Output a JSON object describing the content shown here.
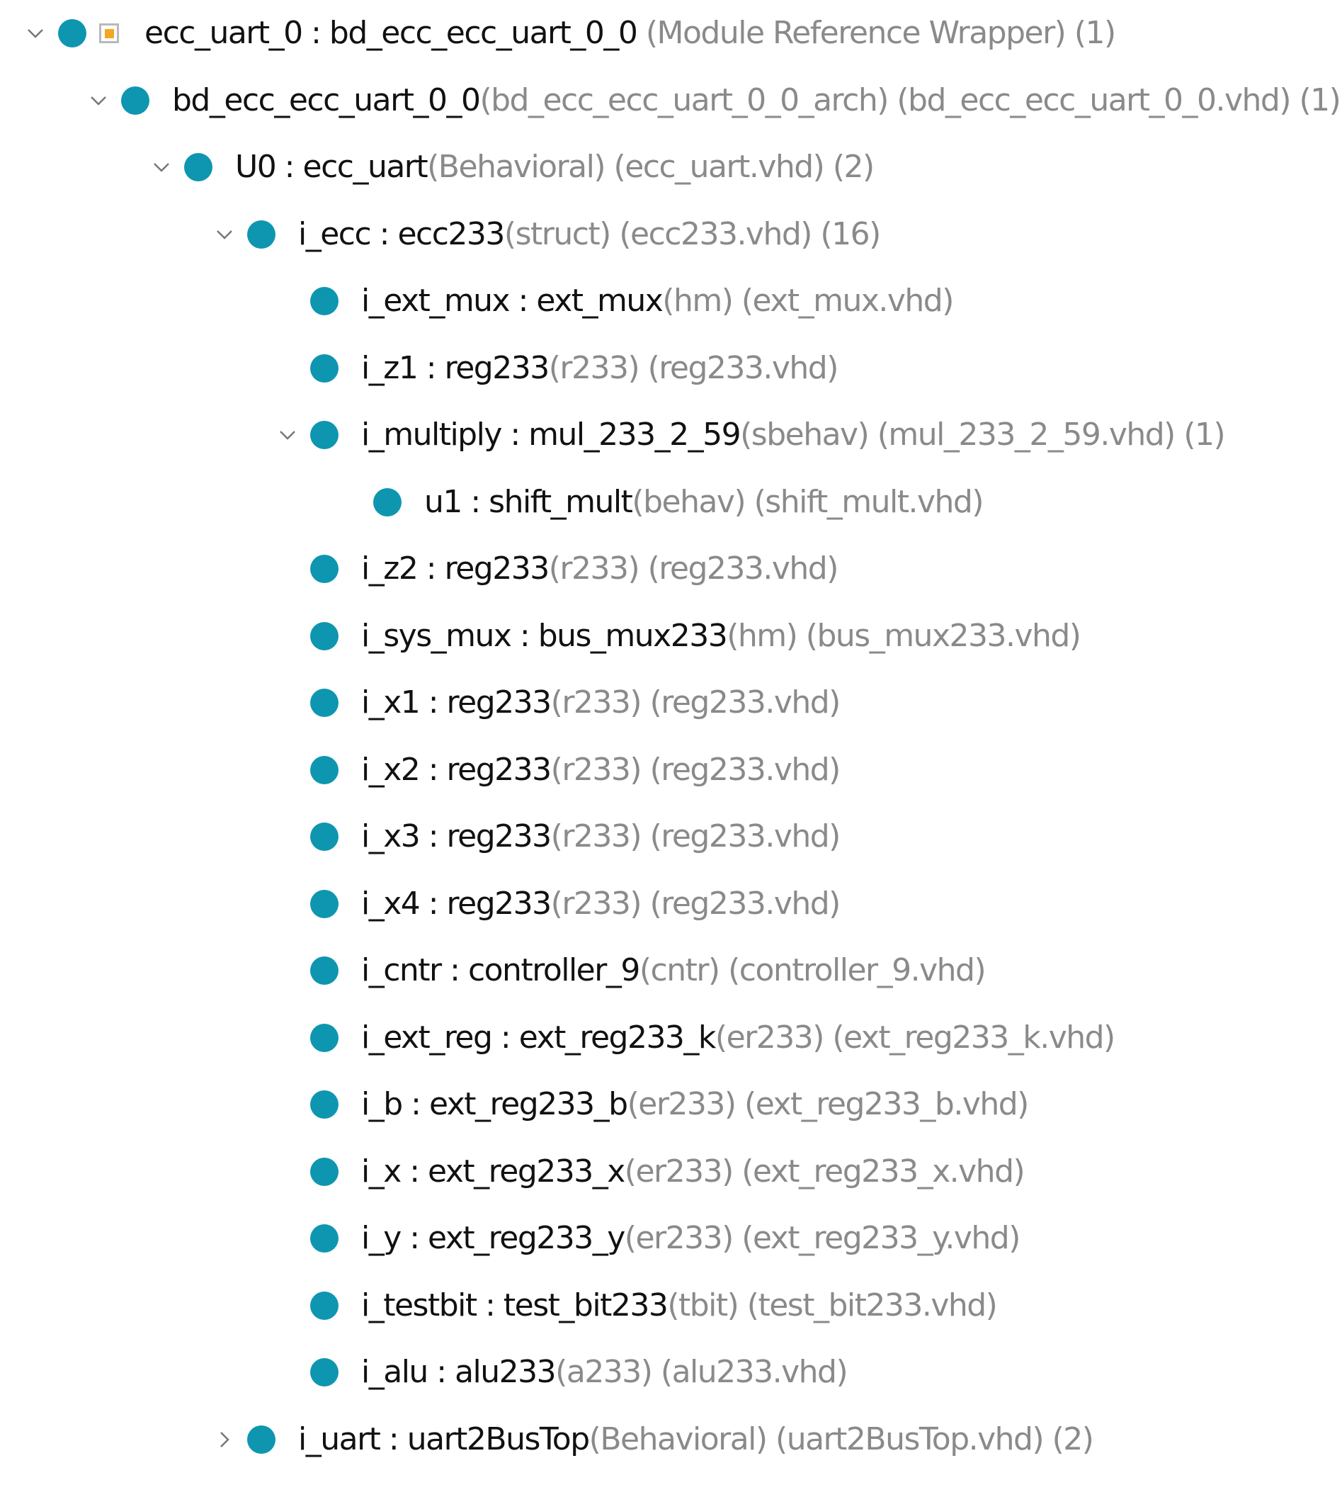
{
  "colors": {
    "status_dot": "#0e96b0",
    "module_icon_accent": "#f5a623",
    "name_text": "#111111",
    "detail_text": "#8a8a8a"
  },
  "tree": [
    {
      "name": "ecc_uart_0 : bd_ecc_ecc_uart_0_0",
      "detail": " (Module Reference Wrapper) (1)",
      "depth": 0,
      "toggle": "expanded",
      "icon": "module-reference-icon"
    },
    {
      "name": "bd_ecc_ecc_uart_0_0",
      "detail": "(bd_ecc_ecc_uart_0_0_arch) (bd_ecc_ecc_uart_0_0.vhd) (1)",
      "depth": 1,
      "toggle": "expanded"
    },
    {
      "name": "U0 : ecc_uart",
      "detail": "(Behavioral) (ecc_uart.vhd) (2)",
      "depth": 2,
      "toggle": "expanded"
    },
    {
      "name": "i_ecc : ecc233",
      "detail": "(struct) (ecc233.vhd) (16)",
      "depth": 3,
      "toggle": "expanded"
    },
    {
      "name": "i_ext_mux : ext_mux",
      "detail": "(hm) (ext_mux.vhd)",
      "depth": 4,
      "toggle": "none"
    },
    {
      "name": "i_z1 : reg233",
      "detail": "(r233) (reg233.vhd)",
      "depth": 4,
      "toggle": "none"
    },
    {
      "name": "i_multiply : mul_233_2_59",
      "detail": "(sbehav) (mul_233_2_59.vhd) (1)",
      "depth": 4,
      "toggle": "expanded"
    },
    {
      "name": "u1 : shift_mult",
      "detail": "(behav) (shift_mult.vhd)",
      "depth": 5,
      "toggle": "none"
    },
    {
      "name": "i_z2 : reg233",
      "detail": "(r233) (reg233.vhd)",
      "depth": 4,
      "toggle": "none"
    },
    {
      "name": "i_sys_mux : bus_mux233",
      "detail": "(hm) (bus_mux233.vhd)",
      "depth": 4,
      "toggle": "none"
    },
    {
      "name": "i_x1 : reg233",
      "detail": "(r233) (reg233.vhd)",
      "depth": 4,
      "toggle": "none"
    },
    {
      "name": "i_x2 : reg233",
      "detail": "(r233) (reg233.vhd)",
      "depth": 4,
      "toggle": "none"
    },
    {
      "name": "i_x3 : reg233",
      "detail": "(r233) (reg233.vhd)",
      "depth": 4,
      "toggle": "none"
    },
    {
      "name": "i_x4 : reg233",
      "detail": "(r233) (reg233.vhd)",
      "depth": 4,
      "toggle": "none"
    },
    {
      "name": "i_cntr : controller_9",
      "detail": "(cntr) (controller_9.vhd)",
      "depth": 4,
      "toggle": "none"
    },
    {
      "name": "i_ext_reg : ext_reg233_k",
      "detail": "(er233) (ext_reg233_k.vhd)",
      "depth": 4,
      "toggle": "none"
    },
    {
      "name": "i_b : ext_reg233_b",
      "detail": "(er233) (ext_reg233_b.vhd)",
      "depth": 4,
      "toggle": "none"
    },
    {
      "name": "i_x : ext_reg233_x",
      "detail": "(er233) (ext_reg233_x.vhd)",
      "depth": 4,
      "toggle": "none"
    },
    {
      "name": "i_y : ext_reg233_y",
      "detail": "(er233) (ext_reg233_y.vhd)",
      "depth": 4,
      "toggle": "none"
    },
    {
      "name": "i_testbit : test_bit233",
      "detail": "(tbit) (test_bit233.vhd)",
      "depth": 4,
      "toggle": "none"
    },
    {
      "name": "i_alu : alu233",
      "detail": "(a233) (alu233.vhd)",
      "depth": 4,
      "toggle": "none"
    },
    {
      "name": "i_uart : uart2BusTop",
      "detail": "(Behavioral) (uart2BusTop.vhd) (2)",
      "depth": 3,
      "toggle": "collapsed"
    }
  ]
}
